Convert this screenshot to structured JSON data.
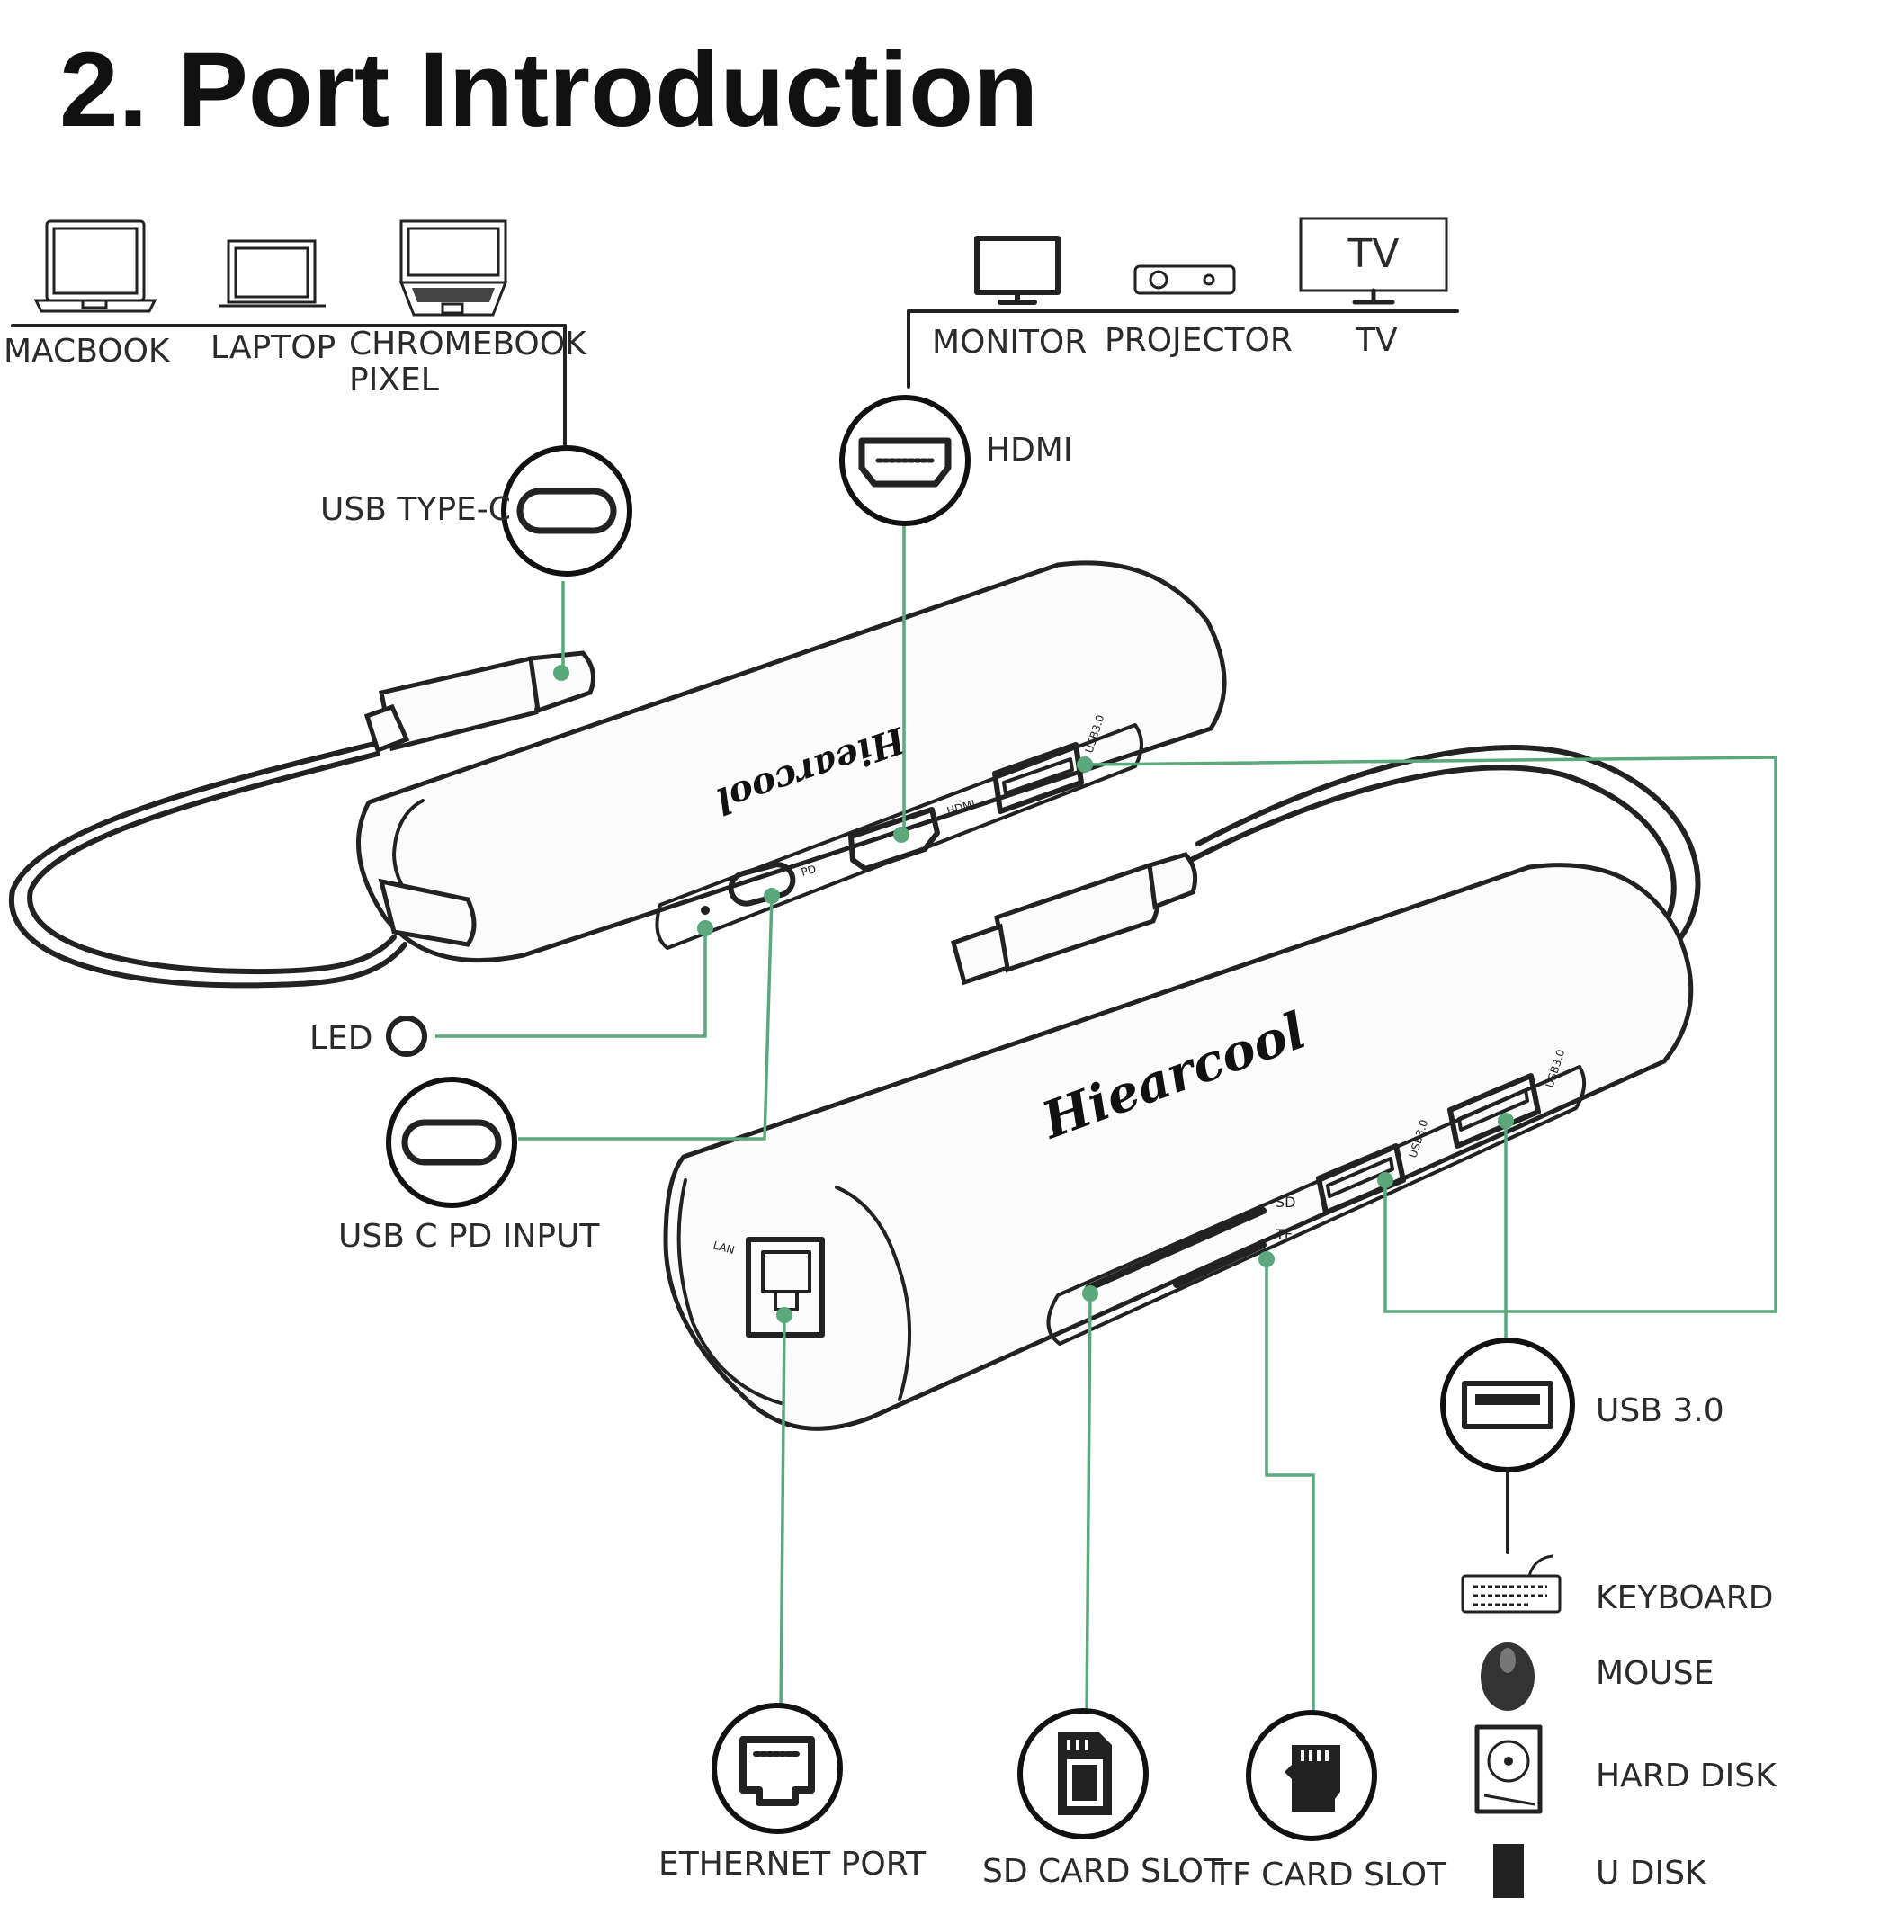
{
  "title": "2. Port Introduction",
  "hosts": [
    {
      "label": "MACBOOK",
      "icon": "macbook-icon"
    },
    {
      "label": "LAPTOP",
      "icon": "laptop-icon"
    },
    {
      "label": "CHROMEBOOK",
      "label2": "PIXEL",
      "icon": "chromebook-pixel-icon"
    }
  ],
  "displays": [
    {
      "label": "MONITOR",
      "icon": "monitor-icon"
    },
    {
      "label": "PROJECTOR",
      "icon": "projector-icon"
    },
    {
      "label": "TV",
      "icon": "tv-icon",
      "screen_text": "TV"
    }
  ],
  "ports": {
    "usb_type_c": "USB TYPE-C",
    "hdmi": "HDMI",
    "led": "LED",
    "usb_c_pd_input": "USB C PD INPUT",
    "usb_3": "USB 3.0",
    "ethernet": "ETHERNET PORT",
    "sd_card": "SD CARD SLOT",
    "tf_card": "TF CARD SLOT"
  },
  "usb_devices": [
    {
      "label": "KEYBOARD",
      "icon": "keyboard-icon"
    },
    {
      "label": "MOUSE",
      "icon": "mouse-icon"
    },
    {
      "label": "HARD DISK",
      "icon": "hard-disk-icon"
    },
    {
      "label": "U DISK",
      "icon": "u-disk-icon"
    }
  ],
  "hub_markings": {
    "brand": "Hiearcool",
    "pd": "PD",
    "hdmi": "HDMI",
    "usb_a": "USB3.0",
    "lan": "LAN",
    "sd": "SD",
    "tf": "TF"
  },
  "colors": {
    "leader_line": "#5aa87c",
    "ink": "#222222",
    "background": "#ffffff"
  }
}
